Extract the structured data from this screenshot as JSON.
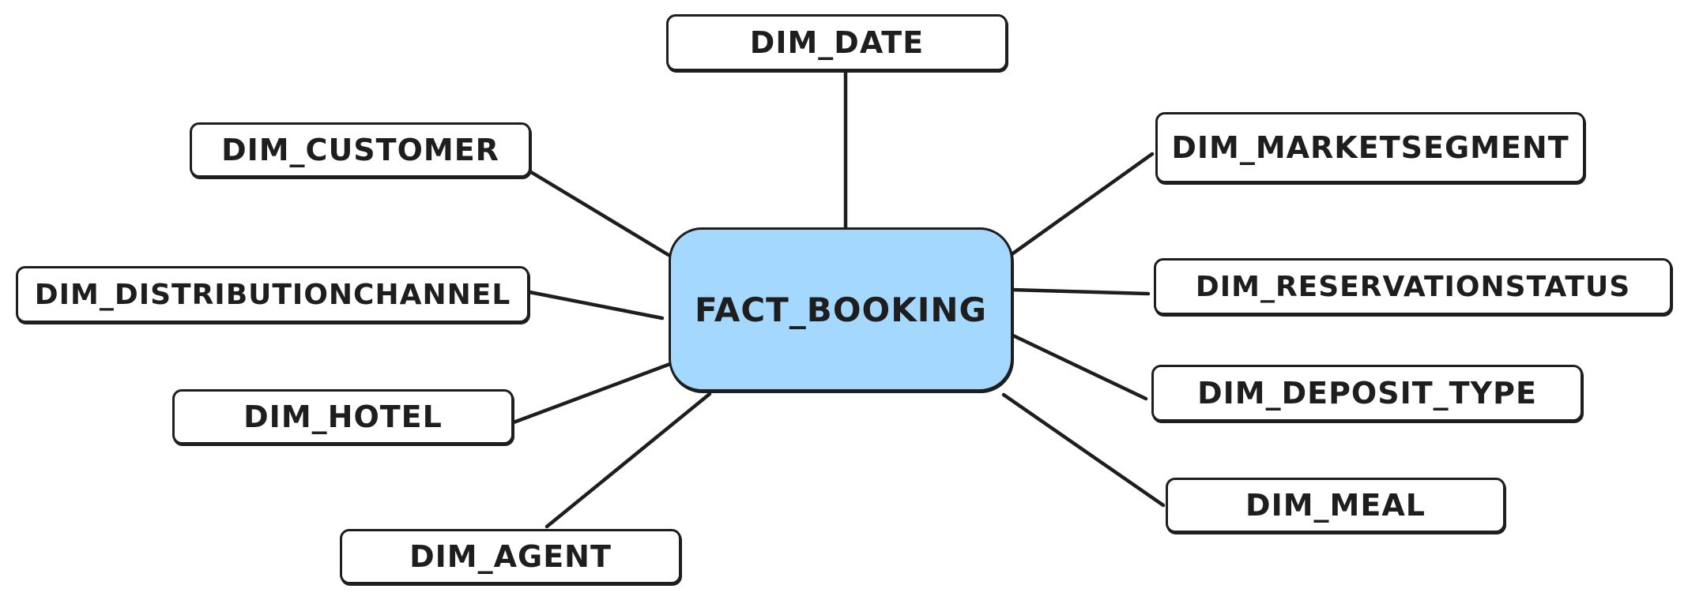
{
  "fact": {
    "label": "FACT_BOOKING",
    "fill": "#a5d8ff"
  },
  "dimensions": {
    "date": "DIM_DATE",
    "customer": "DIM_CUSTOMER",
    "distribution_channel": "DIM_DISTRIBUTIONCHANNEL",
    "hotel": "DIM_HOTEL",
    "agent": "DIM_AGENT",
    "market_segment": "DIM_MARKETSEGMENT",
    "reservation_status": "DIM_RESERVATIONSTATUS",
    "deposit_type": "DIM_DEPOSIT_TYPE",
    "meal": "DIM_MEAL"
  },
  "colors": {
    "stroke": "#1e1e1e",
    "background": "#ffffff"
  }
}
